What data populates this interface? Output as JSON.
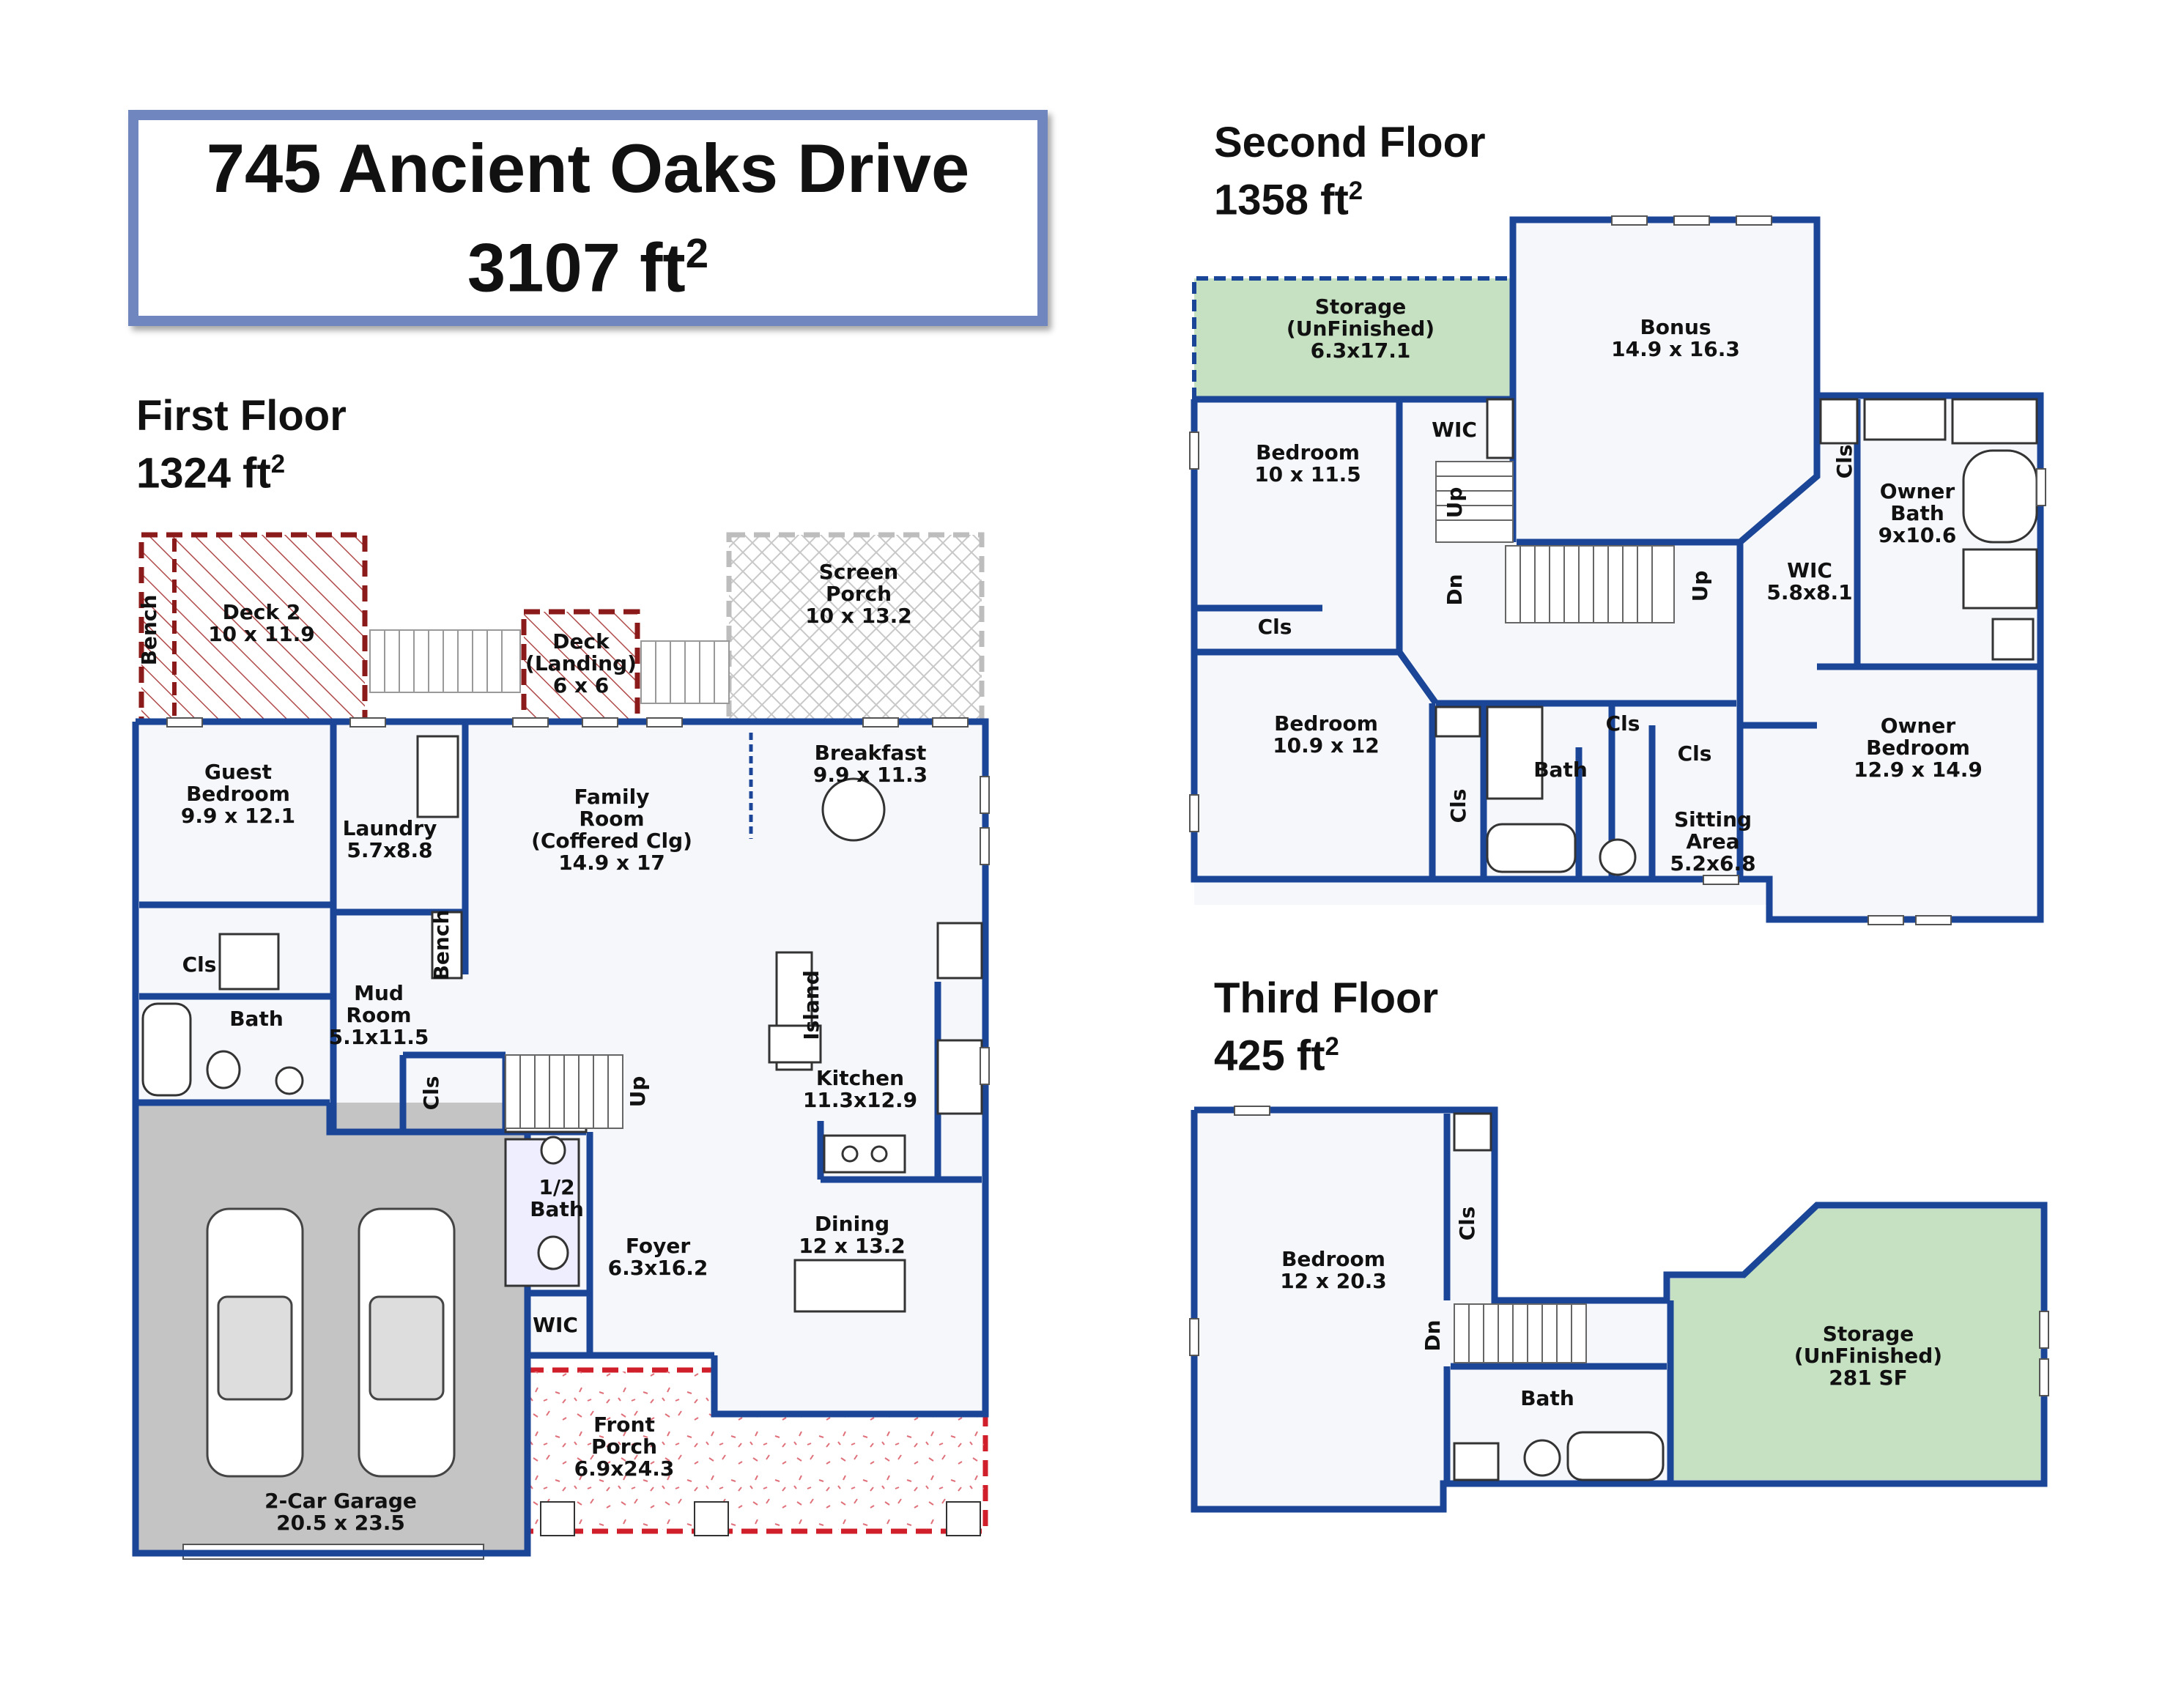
{
  "title": {
    "address": "745 Ancient Oaks Drive",
    "total_area": "3107 ft",
    "sup": "2"
  },
  "floors": [
    {
      "name": "First Floor",
      "area": "1324 ft",
      "sup": "2"
    },
    {
      "name": "Second Floor",
      "area": "1358 ft",
      "sup": "2"
    },
    {
      "name": "Third Floor",
      "area": "425 ft",
      "sup": "2"
    }
  ],
  "rooms": {
    "deck2": [
      "Deck 2",
      "10 x 11.9"
    ],
    "deck2_bench": [
      "Bench"
    ],
    "deck_landing": [
      "Deck",
      "(Landing)",
      "6 x 6"
    ],
    "screen_porch": [
      "Screen",
      "Porch",
      "10 x 13.2"
    ],
    "guest_bedroom": [
      "Guest",
      "Bedroom",
      "9.9 x 12.1"
    ],
    "laundry": [
      "Laundry",
      "5.7x8.8"
    ],
    "family_room": [
      "Family",
      "Room",
      "(Coffered Clg)",
      "14.9 x 17"
    ],
    "breakfast": [
      "Breakfast",
      "9.9 x 11.3"
    ],
    "guest_cls": [
      "Cls"
    ],
    "guest_bath": [
      "Bath"
    ],
    "mud_room": [
      "Mud",
      "Room",
      "5.1x11.5"
    ],
    "mud_bench": [
      "Bench"
    ],
    "mud_cls": [
      "Cls"
    ],
    "first_up": [
      "Up"
    ],
    "island": [
      "Island"
    ],
    "kitchen": [
      "Kitchen",
      "11.3x12.9"
    ],
    "half_bath": [
      "1/2",
      "Bath"
    ],
    "foyer": [
      "Foyer",
      "6.3x16.2"
    ],
    "dining": [
      "Dining",
      "12 x 13.2"
    ],
    "foyer_wic": [
      "WIC"
    ],
    "front_porch": [
      "Front",
      "Porch",
      "6.9x24.3"
    ],
    "garage": [
      "2-Car Garage",
      "20.5 x 23.5"
    ],
    "storage2": [
      "Storage",
      "(UnFinished)",
      "6.3x17.1"
    ],
    "bonus": [
      "Bonus",
      "14.9 x 16.3"
    ],
    "bedroom_a": [
      "Bedroom",
      "10 x 11.5"
    ],
    "wic_a": [
      "WIC"
    ],
    "stair_up_a": [
      "Up"
    ],
    "stair_dn": [
      "Dn"
    ],
    "stair_up_b": [
      "Up"
    ],
    "cls_a": [
      "Cls"
    ],
    "owner_cls": [
      "Cls"
    ],
    "owner_bath": [
      "Owner",
      "Bath",
      "9x10.6"
    ],
    "wic_owner": [
      "WIC",
      "5.8x8.1"
    ],
    "bedroom_b": [
      "Bedroom",
      "10.9 x 12"
    ],
    "cls_b": [
      "Cls"
    ],
    "bath2": [
      "Bath"
    ],
    "cls_c": [
      "Cls"
    ],
    "cls_d": [
      "Cls"
    ],
    "sitting": [
      "Sitting",
      "Area",
      "5.2x6.8"
    ],
    "owner_bedroom": [
      "Owner",
      "Bedroom",
      "12.9 x 14.9"
    ],
    "bedroom3": [
      "Bedroom",
      "12 x 20.3"
    ],
    "cls3": [
      "Cls"
    ],
    "dn3": [
      "Dn"
    ],
    "bath3": [
      "Bath"
    ],
    "storage3": [
      "Storage",
      "(UnFinished)",
      "281 SF"
    ]
  },
  "colors": {
    "wall": "#1b4596",
    "title_border": "#6f86bf",
    "garage": "#c4c4c4",
    "storage": "#c6e0c2",
    "deck_red": "#8b1a1a",
    "porch_red": "#d01f2a",
    "screen_gray": "#bdbdbd",
    "floor": "#f6f7fb"
  }
}
